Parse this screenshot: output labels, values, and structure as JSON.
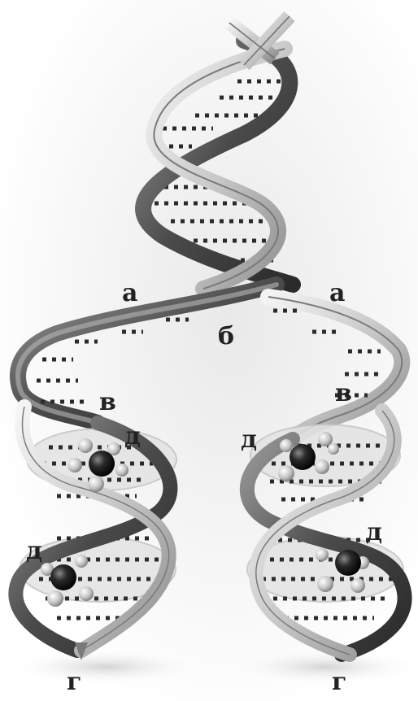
{
  "labels": {
    "a_left": "а",
    "a_right": "а",
    "b": "б",
    "v_left": "в",
    "v_right": "в",
    "d_left_upper": "д",
    "d_right_upper": "д",
    "d_left_lower": "д",
    "d_right_lower": "д",
    "g_left": "г",
    "g_right": "г"
  },
  "colors": {
    "background": "#ffffff",
    "strand_light": "#d8d8d8",
    "strand_dark": "#5a5a5a",
    "base_pair_dots": "#2b2b2b",
    "enzyme_dark": "#1e1e1e",
    "enzyme_light": "#bdbdbd",
    "label": "#222222"
  }
}
